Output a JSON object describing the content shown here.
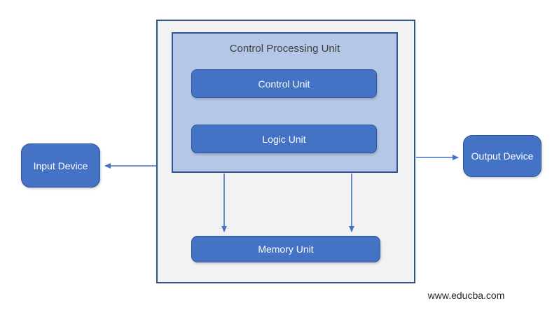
{
  "diagram": {
    "cpu": {
      "title": "Control Processing Unit",
      "children": [
        {
          "label": "Control Unit"
        },
        {
          "label": "Logic Unit"
        }
      ]
    },
    "nodes": {
      "input": {
        "label": "Input Device"
      },
      "output": {
        "label": "Output Device"
      },
      "memory": {
        "label": "Memory Unit"
      }
    },
    "edges": [
      {
        "from": "cpu-container",
        "to": "input-device",
        "direction": "left"
      },
      {
        "from": "cpu-container",
        "to": "output-device",
        "direction": "right"
      },
      {
        "from": "cpu",
        "to": "memory-unit",
        "direction": "down"
      },
      {
        "from": "cpu",
        "to": "memory-unit",
        "direction": "down"
      }
    ],
    "watermark": "www.educba.com",
    "colors": {
      "node_fill": "#4472C4",
      "node_border": "#2F5597",
      "node_text": "#FFFFFF",
      "cpu_fill": "#B4C7E7",
      "cpu_border": "#2F5597",
      "container_fill": "#F2F2F2",
      "container_border": "#2F5597",
      "arrow": "#4472C4",
      "title_text": "#3F3F3F",
      "watermark_text": "#262626"
    }
  }
}
